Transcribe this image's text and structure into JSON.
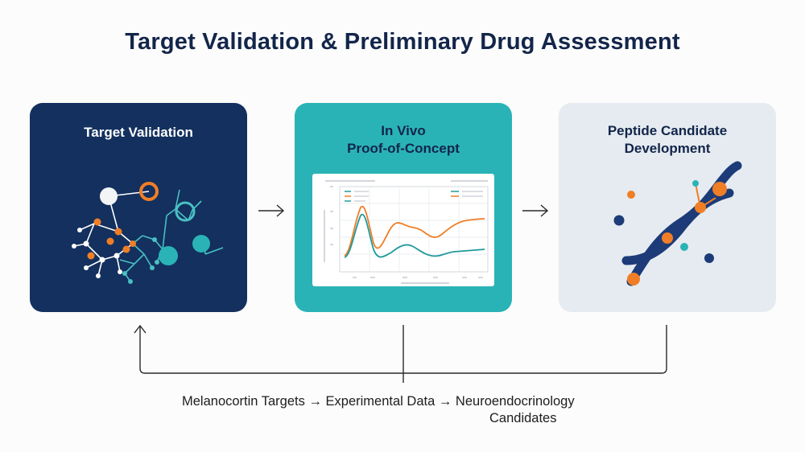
{
  "title": "Target Validation & Preliminary Drug Assessment",
  "cards": [
    {
      "label": "Target Validation",
      "icon": "molecule-network-icon"
    },
    {
      "label_line1": "In Vivo",
      "label_line2": "Proof-of-Concept",
      "icon": "line-chart-icon"
    },
    {
      "label_line1": "Peptide Candidate",
      "label_line2": "Development",
      "icon": "dna-helix-icon"
    }
  ],
  "caption": {
    "line1": "Melanocortin Targets → Experimental Data → Neuroendocrinology",
    "line2": "Candidates"
  },
  "colors": {
    "navy": "#13305e",
    "teal": "#2ab3b6",
    "light": "#e5ebf0",
    "orange": "#f07e26",
    "series_teal": "#1f9a9b"
  }
}
